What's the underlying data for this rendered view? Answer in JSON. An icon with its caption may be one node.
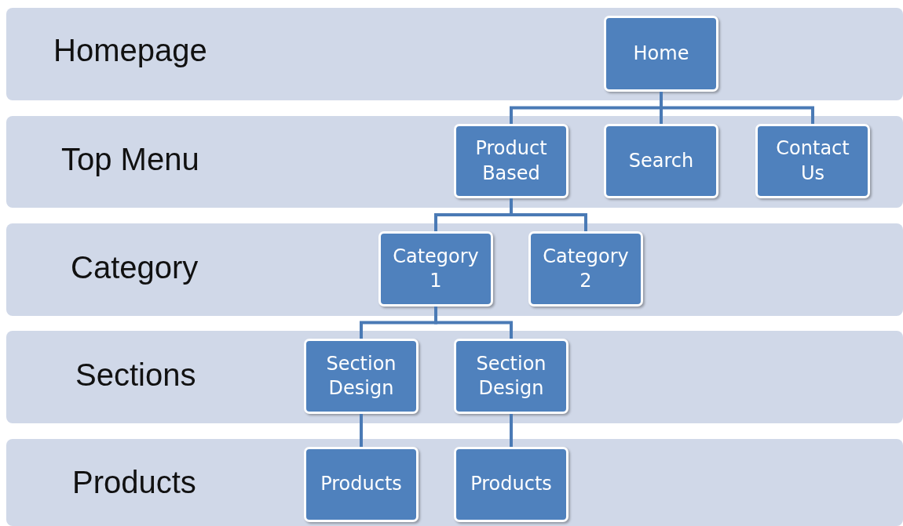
{
  "diagram": {
    "nodes": [
      {
        "text": [
          "Homepage"
        ]
      },
      {
        "text": [
          "Home"
        ],
        "in": 0
      },
      {
        "text": [
          "Top Menu"
        ]
      },
      {
        "text": [
          "Product Based"
        ],
        "in": 2
      },
      {
        "text": [
          "Search"
        ],
        "in": 2
      },
      {
        "text": [
          "Contact Us"
        ],
        "in": 2
      },
      {
        "text": [
          "Category"
        ]
      },
      {
        "text": [
          "Category 1"
        ],
        "in": 6
      },
      {
        "text": [
          "Category 2"
        ],
        "in": 6
      },
      {
        "text": [
          "Sections"
        ]
      },
      {
        "text": [
          "Section Design"
        ],
        "in": 9
      },
      {
        "text": [
          "Section Design"
        ],
        "in": 9
      },
      {
        "text": [
          "Products"
        ]
      },
      {
        "text": [
          "Products"
        ],
        "in": 12
      },
      {
        "text": [
          "Products"
        ],
        "in": 12
      }
    ],
    "edges": [
      {
        "from": 1,
        "to": 3,
        "arrow": "none"
      },
      {
        "from": 1,
        "to": 4,
        "arrow": "none"
      },
      {
        "from": 1,
        "to": 5,
        "arrow": "none"
      },
      {
        "from": 3,
        "to": 7,
        "arrow": "none"
      },
      {
        "from": 3,
        "to": 8,
        "arrow": "none"
      },
      {
        "from": 7,
        "to": 10,
        "arrow": "none"
      },
      {
        "from": 7,
        "to": 11,
        "arrow": "none"
      },
      {
        "from": 10,
        "to": 13,
        "arrow": "none"
      },
      {
        "from": 11,
        "to": 14,
        "arrow": "none"
      }
    ]
  }
}
